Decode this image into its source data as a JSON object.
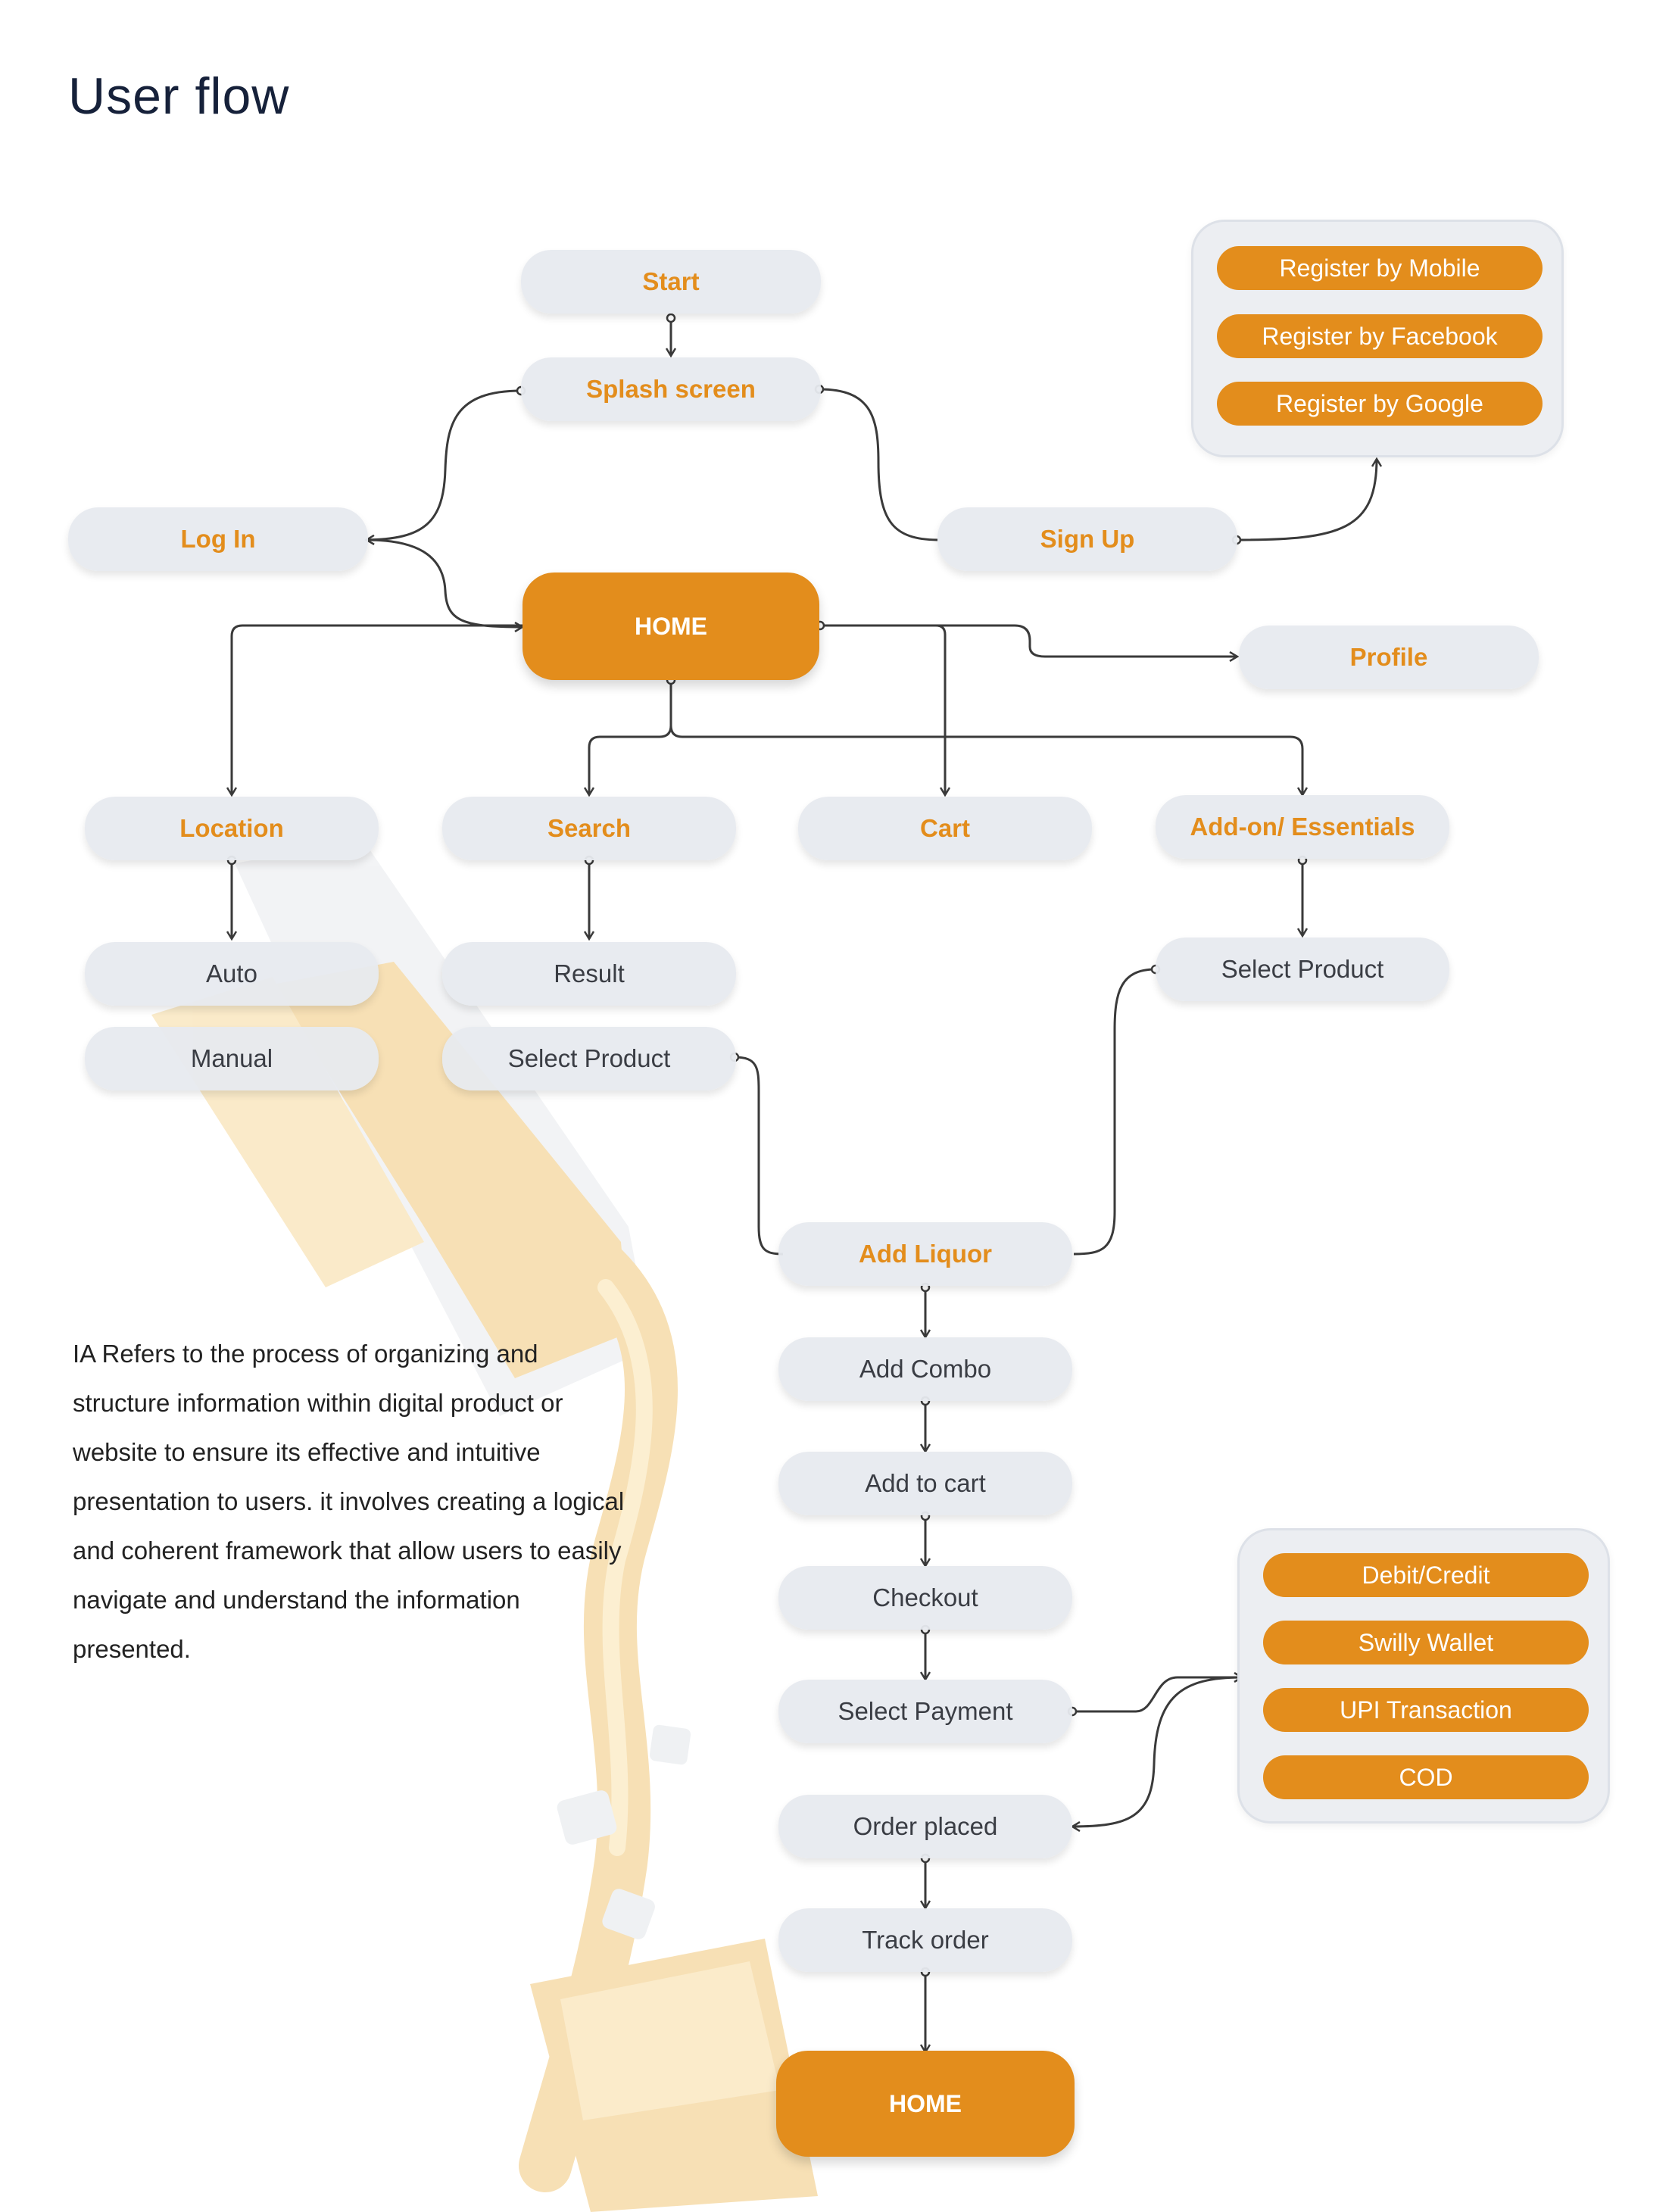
{
  "page": {
    "title": "User flow"
  },
  "nodes": {
    "start": "Start",
    "splash": "Splash screen",
    "login": "Log In",
    "signup": "Sign Up",
    "home": "HOME",
    "profile": "Profile",
    "location": "Location",
    "search": "Search",
    "cart": "Cart",
    "addon": "Add-on/ Essentials",
    "auto": "Auto",
    "manual": "Manual",
    "result": "Result",
    "select_product_search": "Select Product",
    "select_product_addon": "Select Product",
    "add_liquor": "Add Liquor",
    "add_combo": "Add Combo",
    "add_to_cart": "Add to cart",
    "checkout": "Checkout",
    "select_payment": "Select Payment",
    "order_placed": "Order placed",
    "track_order": "Track order",
    "home_end": "HOME"
  },
  "register_options": [
    "Register by Mobile",
    "Register by Facebook",
    "Register by Google"
  ],
  "payment_options": [
    "Debit/Credit",
    "Swilly Wallet",
    "UPI Transaction",
    "COD"
  ],
  "description": "IA Refers to the process of organizing and structure information within digital product or website to ensure its effective and intuitive presentation to users. it involves creating a logical and coherent framework that allow users to easily navigate and understand the information presented.",
  "colors": {
    "accent": "#e38d1c",
    "node_bg": "#e7eaef",
    "line": "#3a3a3a",
    "title": "#16213a"
  }
}
